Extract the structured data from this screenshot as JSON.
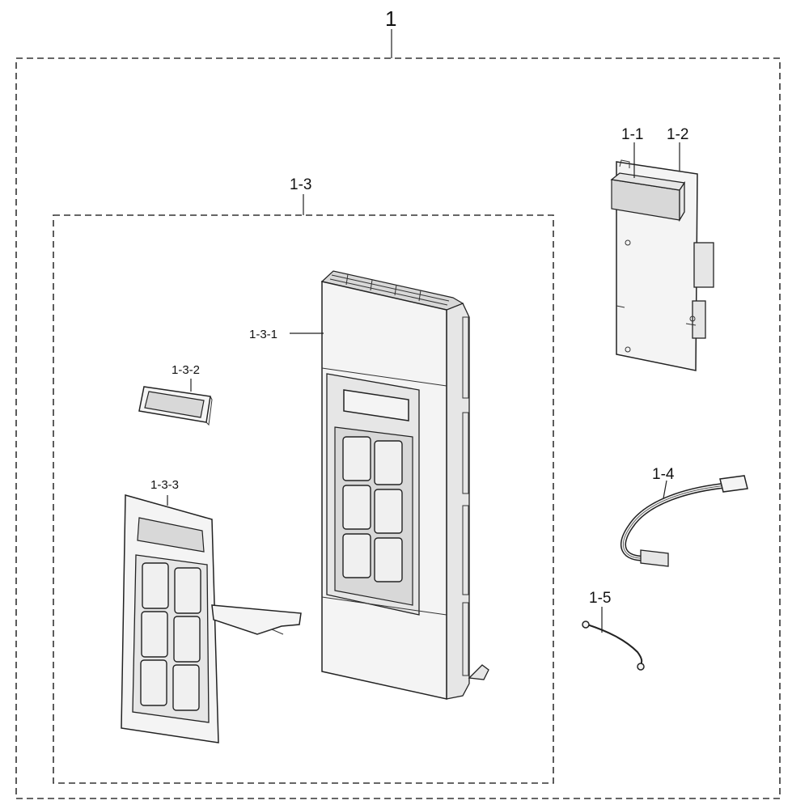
{
  "labels": {
    "assembly": "1",
    "sub_1_1": "1-1",
    "sub_1_2": "1-2",
    "sub_1_3": "1-3",
    "sub_1_3_1": "1-3-1",
    "sub_1_3_2": "1-3-2",
    "sub_1_3_3": "1-3-3",
    "sub_1_4": "1-4",
    "sub_1_5": "1-5"
  }
}
